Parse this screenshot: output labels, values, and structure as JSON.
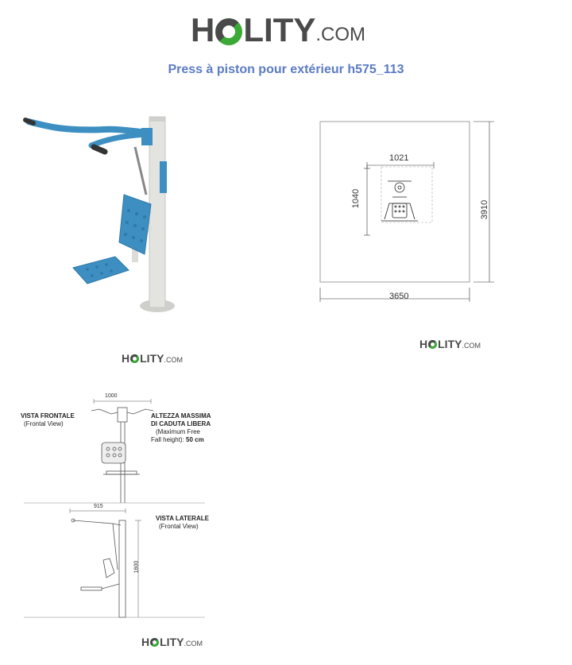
{
  "brand": {
    "name_left": "H",
    "name_right": "LITY",
    "suffix": ".COM",
    "color_dark": "#4a4a4a",
    "color_green": "#3aa935"
  },
  "product_title": "Press à piston pour extérieur h575_113",
  "plan_drawing": {
    "dim_width_outer": "3650",
    "dim_height_outer": "3910",
    "dim_width_inner": "1021",
    "dim_height_inner": "1040"
  },
  "views": {
    "front_label": "VISTA FRONTALE",
    "front_label_en": "(Frontal View)",
    "fall_label_1": "ALTEZZA MASSIMA",
    "fall_label_2": "DI CADUTA LIBERA",
    "fall_label_3": "(Maximum Free",
    "fall_label_4_prefix": "Fall height): ",
    "fall_value": "50 cm",
    "front_width": "1000",
    "side_label": "VISTA LATERALE",
    "side_label_en": "(Frontal View)",
    "side_width": "915",
    "side_height": "1600"
  },
  "colors": {
    "equipment_blue": "#3d8fc2",
    "post_grey": "#dcdcd8",
    "title_blue": "#5b7bc4"
  }
}
